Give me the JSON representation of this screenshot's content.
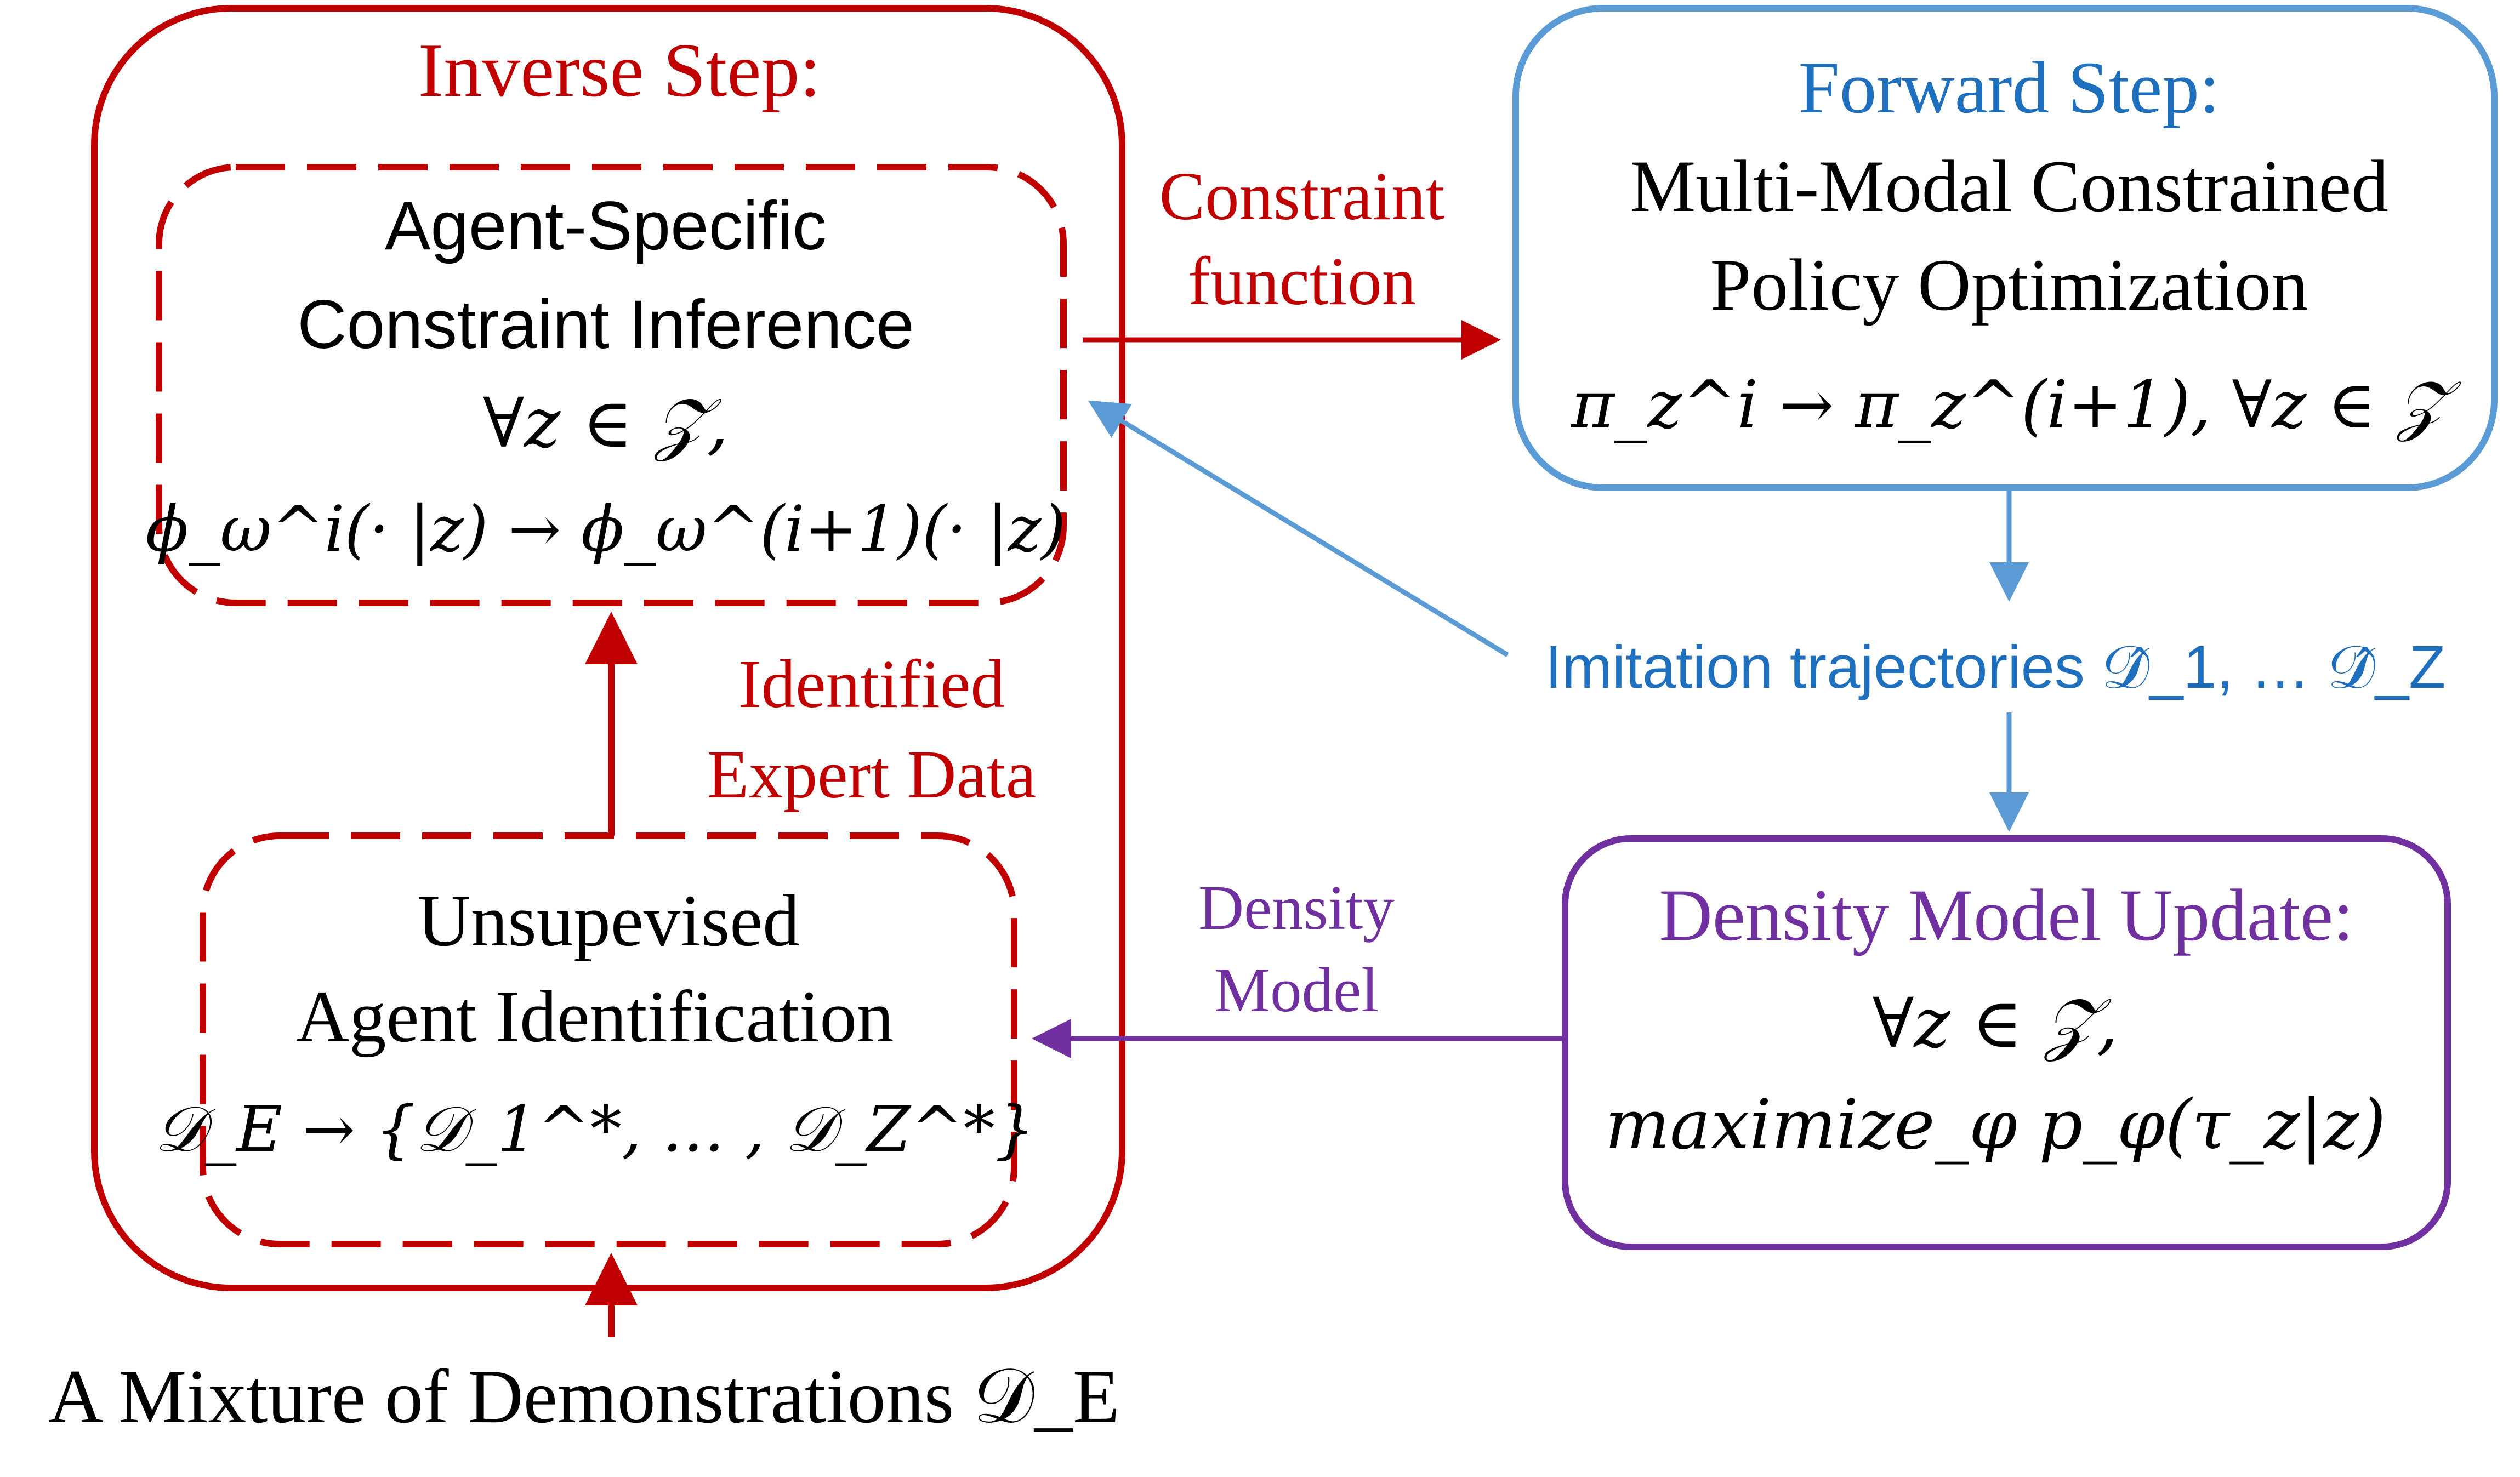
{
  "colors": {
    "inverse": "#c00000",
    "forward": "#5b9bd5",
    "forward_text": "#1f6fbf",
    "density": "#7030a0",
    "text": "#000000"
  },
  "inverse_step": {
    "title": "Inverse Step:",
    "constraint_inference": {
      "line1": "Agent-Specific",
      "line2": "Constraint Inference",
      "formula1": "∀z ∈ 𝒵,",
      "formula2": "ϕ_ω^i(· |z) → ϕ_ω^(i+1)(· |z)"
    },
    "agent_identification": {
      "line1": "Unsupevised",
      "line2": "Agent Identification",
      "formula": "𝒟_E → {𝒟_1^*, … , 𝒟_Z^*}"
    },
    "identified_label": [
      "Identified",
      "Expert Data"
    ]
  },
  "forward_step": {
    "title": "Forward Step:",
    "line1": "Multi-Modal Constrained",
    "line2": "Policy Optimization",
    "formula": "π_z^i → π_z^(i+1), ∀z ∈ 𝒵"
  },
  "density_update": {
    "title": "Density Model Update:",
    "formula1": "∀z ∈ 𝒵,",
    "formula2": "maximize_φ p_φ(τ_z|z)"
  },
  "labels": {
    "constraint_function": [
      "Constraint",
      "function"
    ],
    "imitation": "Imitation trajectories 𝒟̂_1, … 𝒟̂_Z",
    "density_model": [
      "Density",
      "Model"
    ],
    "mixture": "A Mixture of Demonstrations 𝒟_E"
  }
}
